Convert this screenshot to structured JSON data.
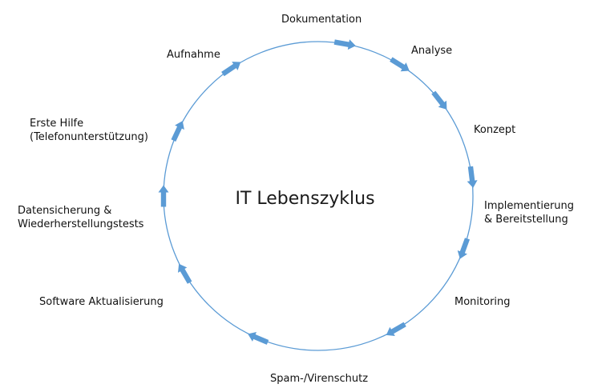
{
  "diagram": {
    "title": "IT Lebenszyklus",
    "circle_color": "#5b9bd5",
    "arrow_color": "#5b9bd5",
    "stages": [
      {
        "id": "dokumentation",
        "lines": [
          "Dokumentation"
        ]
      },
      {
        "id": "analyse",
        "lines": [
          "Analyse"
        ]
      },
      {
        "id": "konzept",
        "lines": [
          "Konzept"
        ]
      },
      {
        "id": "implementierung",
        "lines": [
          "Implementierung",
          "& Bereitstellung"
        ]
      },
      {
        "id": "monitoring",
        "lines": [
          "Monitoring"
        ]
      },
      {
        "id": "spam",
        "lines": [
          "Spam-/Virenschutz"
        ]
      },
      {
        "id": "software",
        "lines": [
          "Software Aktualisierung"
        ]
      },
      {
        "id": "datensicherung",
        "lines": [
          "Datensicherung &",
          "Wiederherstellungstests"
        ]
      },
      {
        "id": "erste-hilfe",
        "lines": [
          "Erste Hilfe",
          "(Telefonunterstützung)"
        ]
      },
      {
        "id": "aufnahme",
        "lines": [
          "Aufnahme"
        ]
      }
    ]
  }
}
